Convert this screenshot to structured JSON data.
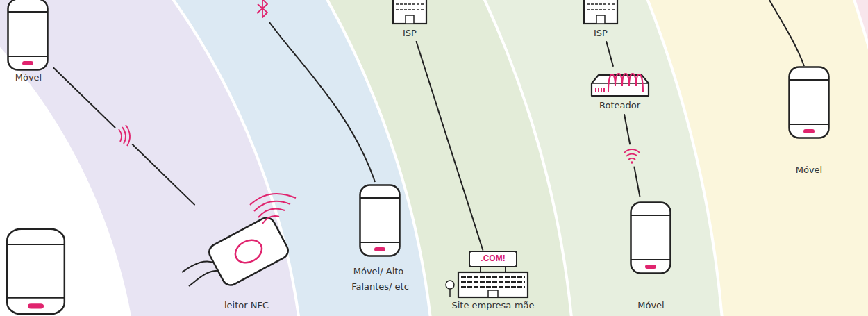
{
  "diagram": {
    "nodes": [
      {
        "text": [
          "Móvel"
        ]
      },
      {
        "text": [
          "leitor NFC"
        ]
      },
      {
        "text": [
          "Móvel/ Alto-Falantes/ etc"
        ]
      },
      {
        "text": [
          "ISP"
        ]
      },
      {
        "text": [
          ".COM!",
          "Site empresa-mãe"
        ]
      },
      {
        "text": [
          "ISP"
        ]
      },
      {
        "text": [
          "Roteador"
        ]
      },
      {
        "text": [
          "Móvel"
        ]
      },
      {
        "text": [
          "Móvel"
        ]
      }
    ],
    "edges": [
      {
        "from": 0,
        "to": 1,
        "arrow": "none"
      },
      {
        "from": 3,
        "to": 4,
        "arrow": "none"
      },
      {
        "from": 5,
        "to": 6,
        "arrow": "none"
      },
      {
        "from": 6,
        "to": 7,
        "arrow": "none"
      }
    ]
  }
}
